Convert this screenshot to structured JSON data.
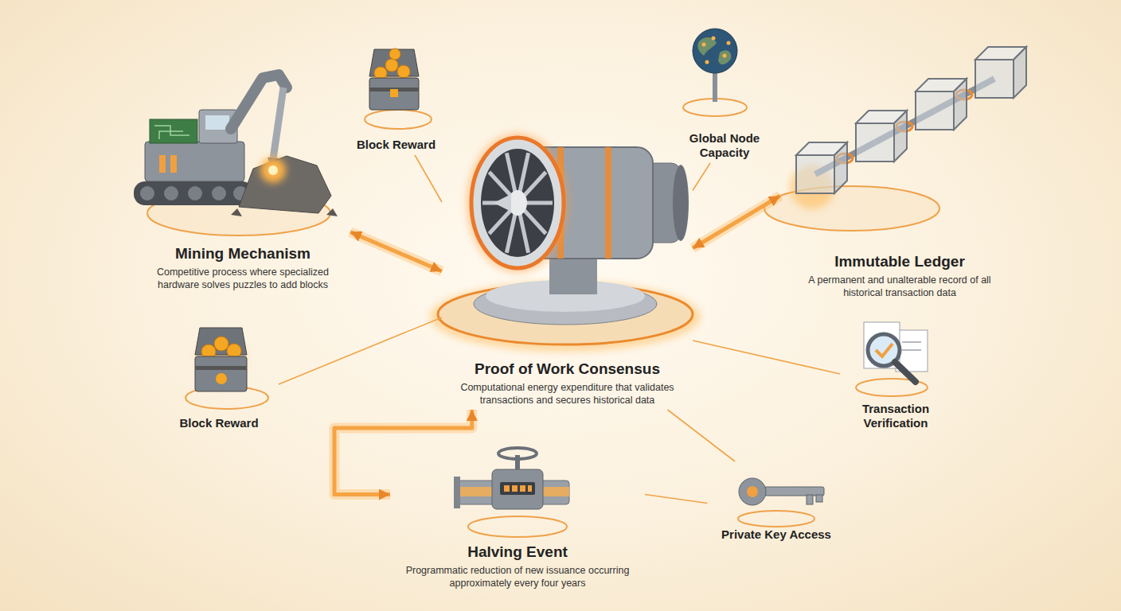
{
  "diagram": {
    "nodes": [
      {
        "text": [
          "Block Reward"
        ]
      },
      {
        "text": [
          "Global Node Capacity"
        ]
      },
      {
        "text": [
          "Mining Mechanism",
          "Competitive process where specialized hardware solves puzzles to add blocks"
        ]
      },
      {
        "text": [
          "Immutable Ledger",
          "A permanent and unalterable record of all historical transaction data"
        ]
      },
      {
        "text": [
          "Proof of Work Consensus",
          "Computational energy expenditure that validates transactions and secures historical data"
        ]
      },
      {
        "text": [
          "Block Reward"
        ]
      },
      {
        "text": [
          "Transaction Verification"
        ]
      },
      {
        "text": [
          "Private Key Access"
        ]
      },
      {
        "text": [
          "Halving Event",
          "Programmatic reduction of new issuance occurring approximately every four years"
        ]
      }
    ],
    "edges": [
      {
        "from": 2,
        "to": 4,
        "arrow": "both"
      },
      {
        "from": 4,
        "to": 3,
        "arrow": "both"
      },
      {
        "from": 4,
        "to": 8,
        "arrow": "both"
      },
      {
        "from": 0,
        "to": 4,
        "arrow": "none"
      },
      {
        "from": 1,
        "to": 4,
        "arrow": "none"
      },
      {
        "from": 5,
        "to": 4,
        "arrow": "none"
      },
      {
        "from": 6,
        "to": 4,
        "arrow": "none"
      },
      {
        "from": 7,
        "to": 4,
        "arrow": "none"
      },
      {
        "from": 8,
        "to": 7,
        "arrow": "none"
      }
    ]
  }
}
